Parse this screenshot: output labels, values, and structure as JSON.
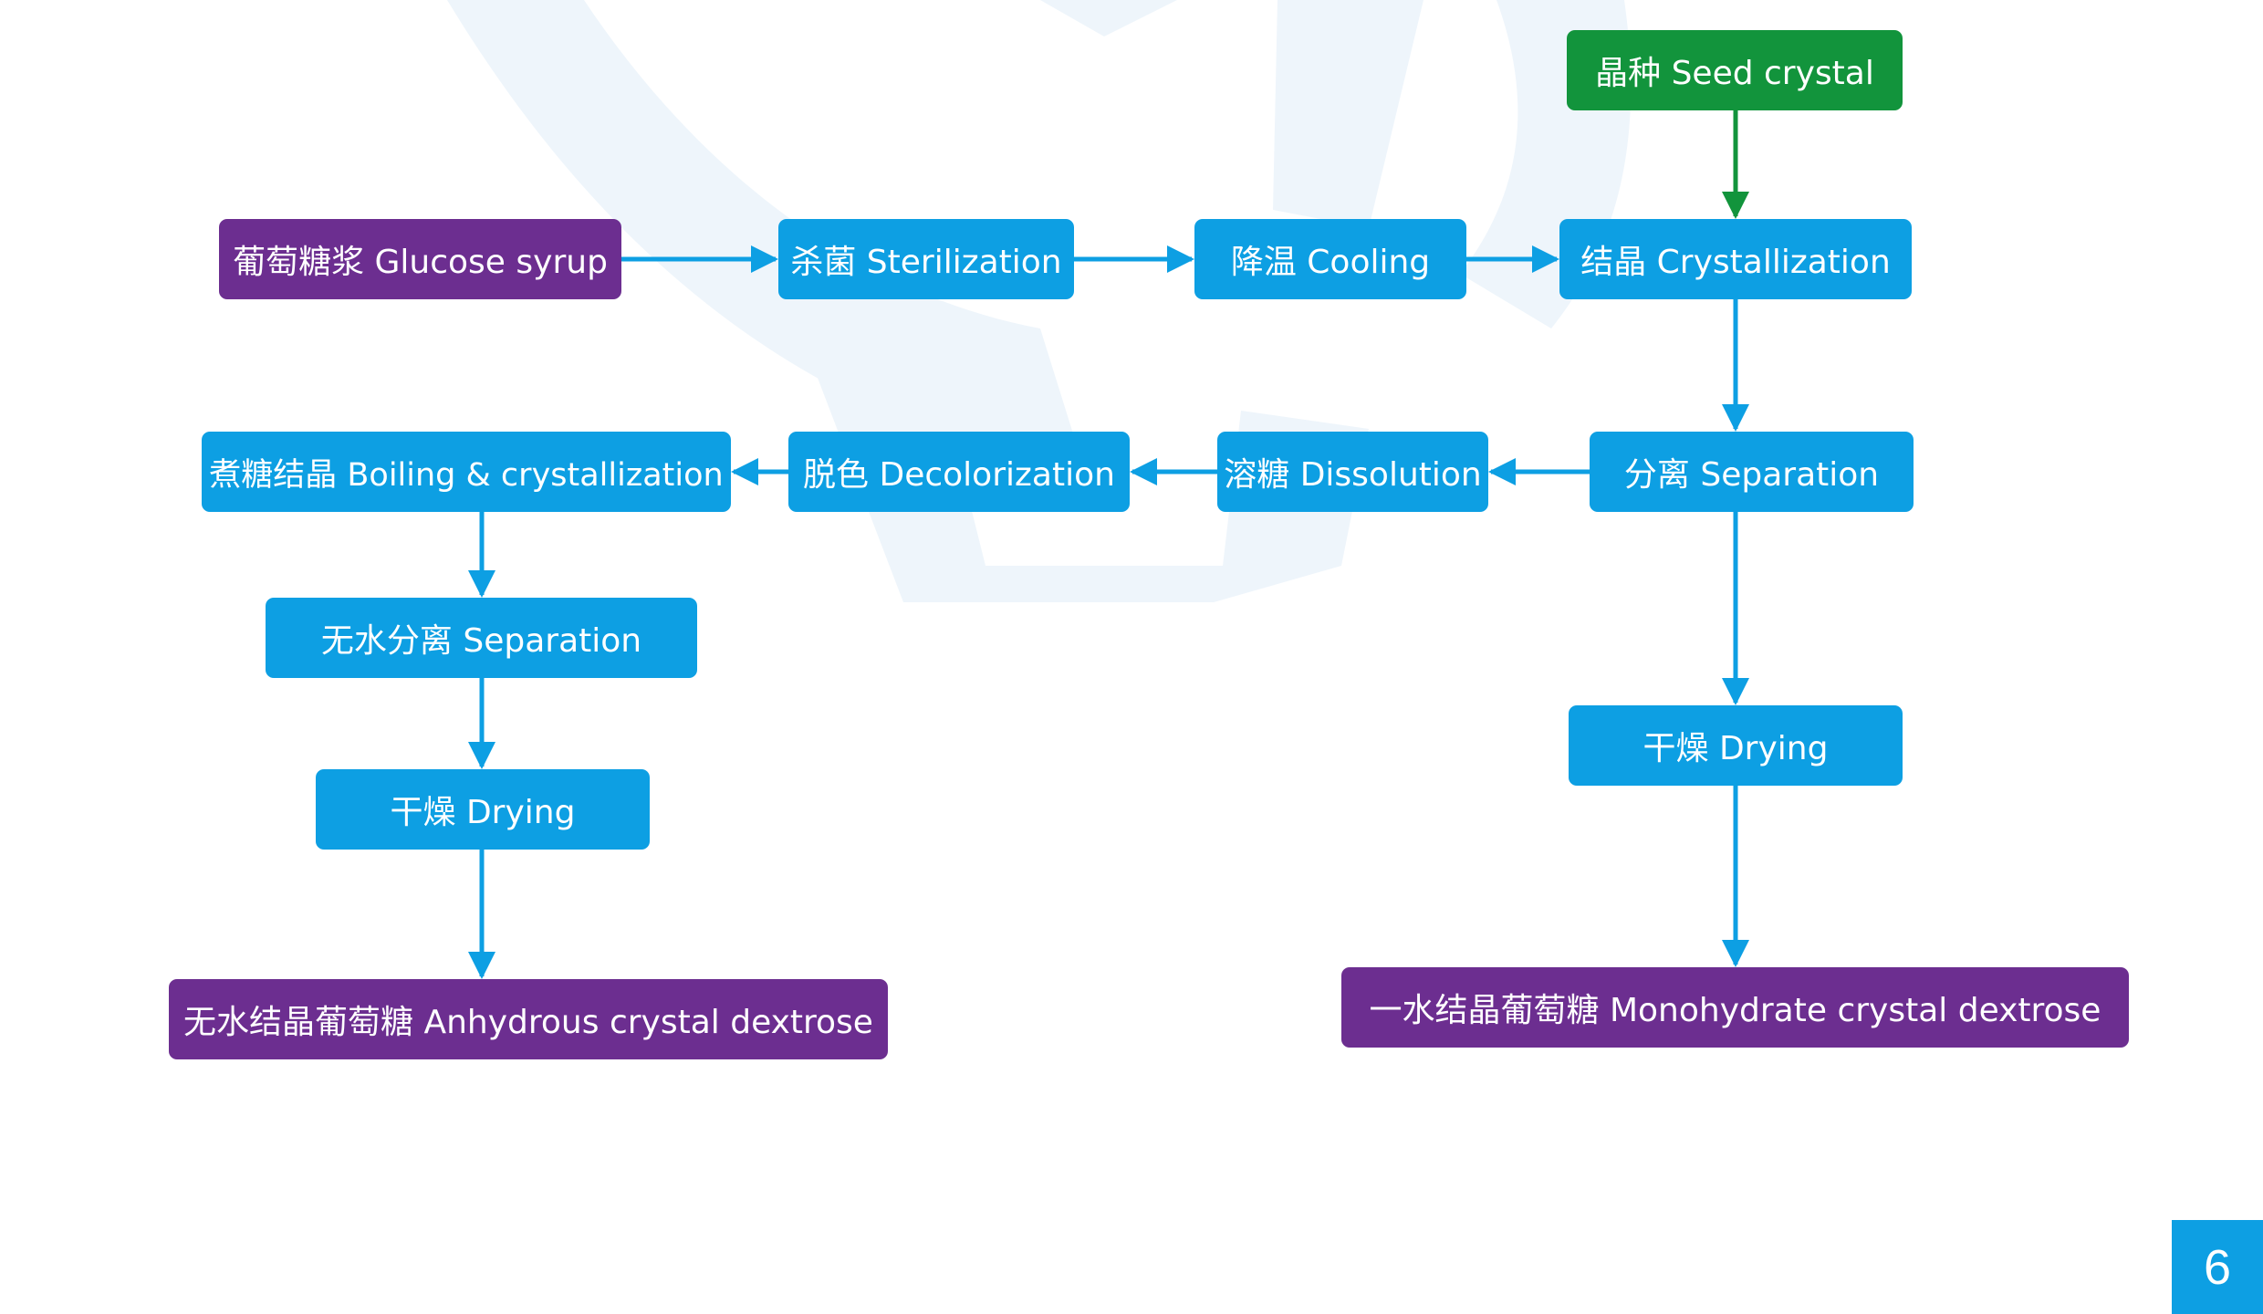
{
  "diagram": {
    "colors": {
      "step": "#0d9fe3",
      "input": "#6c2e90",
      "product": "#6c2e90",
      "seed": "#12943c",
      "arrow": "#0d9fe3",
      "seed_arrow": "#12943c",
      "watermark": "#eef5fb"
    },
    "nodes": {
      "seed": "晶种 Seed crystal",
      "glucose_syrup": "葡萄糖浆 Glucose syrup",
      "sterilization": "杀菌 Sterilization",
      "cooling": "降温 Cooling",
      "crystallization": "结晶 Crystallization",
      "boiling": "煮糖结晶 Boiling & crystallization",
      "decolorization": "脱色 Decolorization",
      "dissolution": "溶糖 Dissolution",
      "separation_right": "分离 Separation",
      "separation_left": "无水分离 Separation",
      "drying_left": "干燥 Drying",
      "drying_right": "干燥 Drying",
      "anhydrous_product": "无水结晶葡萄糖 Anhydrous crystal dextrose",
      "monohydrate_product": "一水结晶葡萄糖 Monohydrate crystal dextrose"
    },
    "edges": [
      {
        "from": "glucose_syrup",
        "to": "sterilization"
      },
      {
        "from": "sterilization",
        "to": "cooling"
      },
      {
        "from": "cooling",
        "to": "crystallization"
      },
      {
        "from": "seed",
        "to": "crystallization"
      },
      {
        "from": "crystallization",
        "to": "separation_right"
      },
      {
        "from": "separation_right",
        "to": "dissolution"
      },
      {
        "from": "dissolution",
        "to": "decolorization"
      },
      {
        "from": "decolorization",
        "to": "boiling"
      },
      {
        "from": "boiling",
        "to": "separation_left"
      },
      {
        "from": "separation_left",
        "to": "drying_left"
      },
      {
        "from": "drying_left",
        "to": "anhydrous_product"
      },
      {
        "from": "separation_right",
        "to": "drying_right"
      },
      {
        "from": "drying_right",
        "to": "monohydrate_product"
      }
    ]
  },
  "page": {
    "number": "6"
  }
}
